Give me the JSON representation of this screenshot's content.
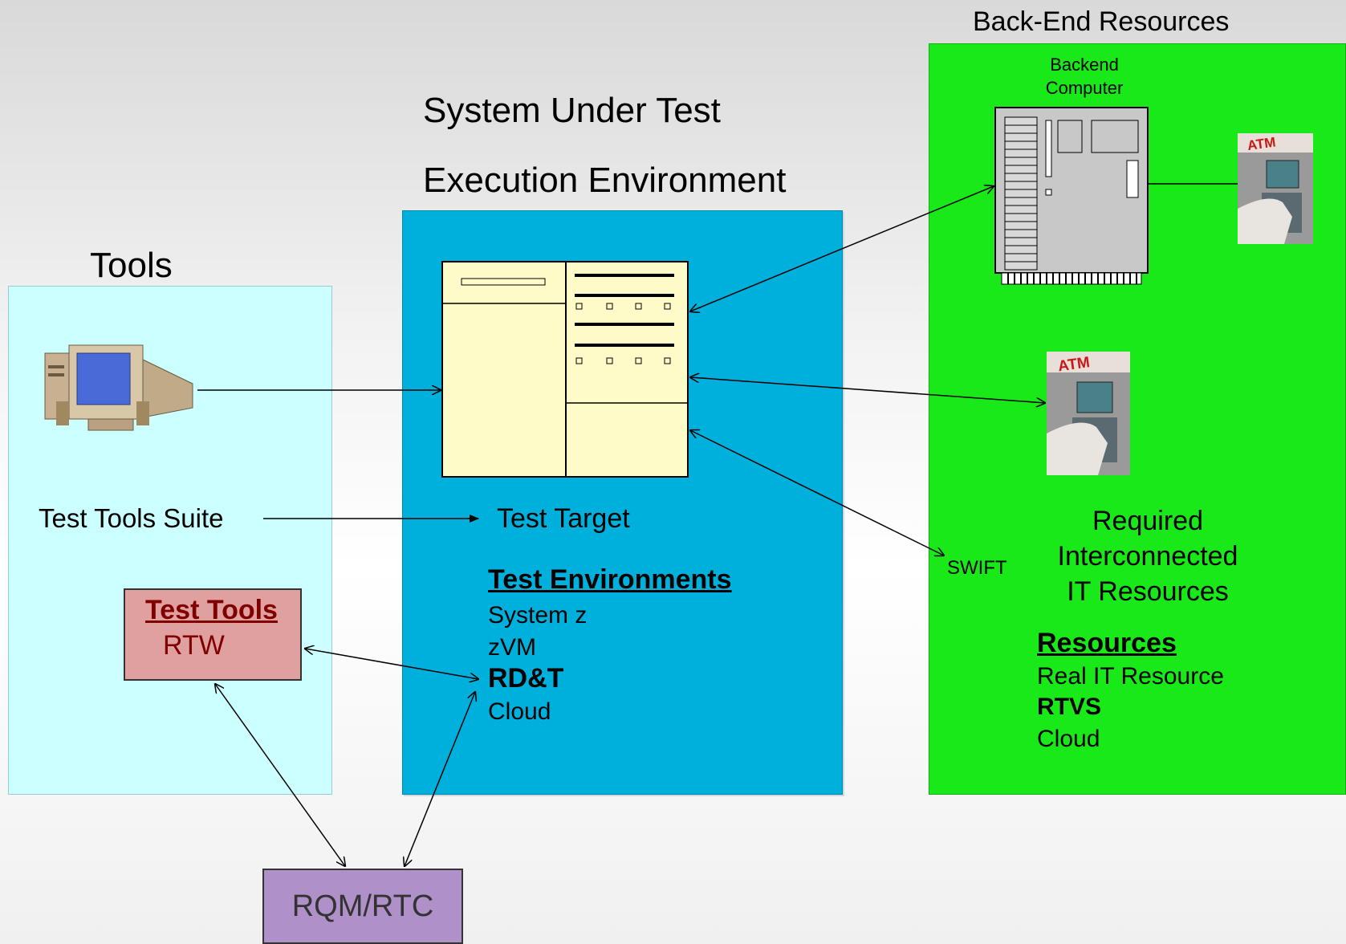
{
  "headings": {
    "backend": "Back-End Resources",
    "system_under_test": "System Under Test",
    "execution_environment": "Execution Environment",
    "tools": "Tools"
  },
  "backend_computer": {
    "line1": "Backend",
    "line2": "Computer"
  },
  "atm_label": "ATM",
  "tools_panel": {
    "suite_label": "Test Tools Suite",
    "box_title": "Test Tools",
    "box_item": "RTW"
  },
  "sut_panel": {
    "target_label": "Test Target",
    "env_title": "Test Environments",
    "env_items": [
      "System z",
      "zVM",
      "RD&T",
      "Cloud"
    ]
  },
  "backend_panel": {
    "swift_label": "SWIFT",
    "required_lines": [
      "Required",
      "Interconnected",
      "IT Resources"
    ],
    "resources_title": "Resources",
    "resource_items": [
      "Real IT Resource",
      "RTVS",
      "Cloud"
    ]
  },
  "rqm_label": "RQM/RTC",
  "colors": {
    "tools_panel": "#ccffff",
    "sut_panel": "#00b0dc",
    "backend_panel": "#19e819",
    "test_tools_box": "#e0a0a0",
    "test_tools_text": "#800000",
    "rqm_box": "#b090c8",
    "server_fill": "#fffbc8"
  },
  "icons": [
    "desktop-computer-icon",
    "server-rack-icon",
    "backend-computer-icon",
    "atm-icon"
  ]
}
